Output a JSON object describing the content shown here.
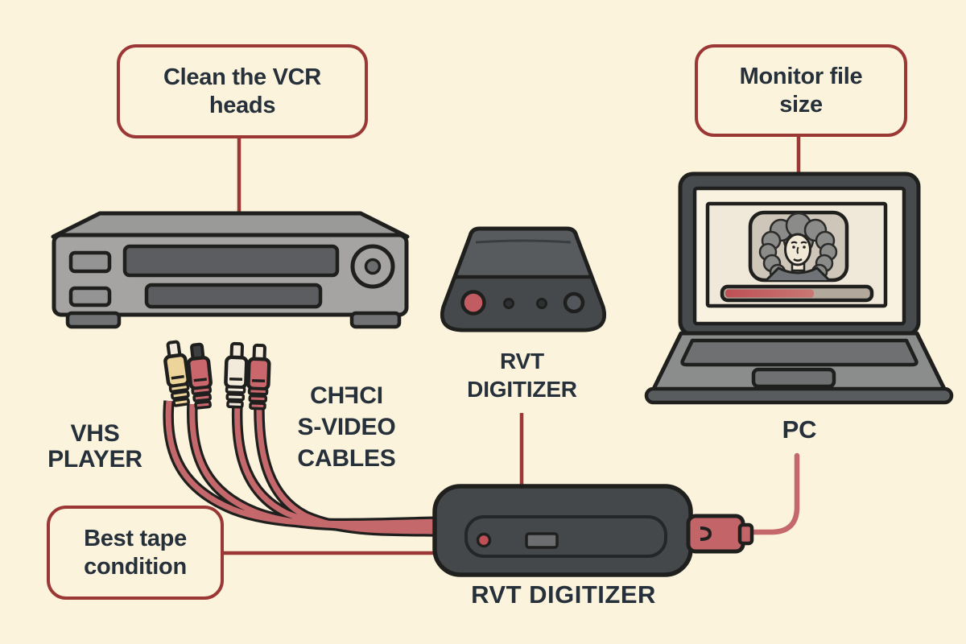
{
  "palette": {
    "background": "#FBF3DC",
    "accent_red": "#9B3734",
    "cable_red": "#C4686C",
    "connector_red": "#C9676D",
    "connector_yellow": "#EDD49B",
    "connector_cream": "#F2EADA",
    "text_dark": "#26303A",
    "device_dark_gray": "#45484B",
    "vcr_gray": "#A5A4A2",
    "outline": "#1F201E"
  },
  "callouts": {
    "clean_heads": {
      "line1": "Clean the VCR",
      "line2": "heads"
    },
    "monitor_file_size": {
      "line1": "Monitor file",
      "line2": "size"
    },
    "best_tape": {
      "line1": "Best tape",
      "line2": "condition"
    }
  },
  "labels": {
    "vhs_player": {
      "line1": "VHS",
      "line2": "PLAYER"
    },
    "cables": {
      "line1_pre": "CH",
      "line1_glyph": "F",
      "line1_post": "CI",
      "line2": "S-VIDEO",
      "line3": "CABLES"
    },
    "digitizer_small": {
      "line1": "RVT",
      "line2": "DIGITIZER"
    },
    "digitizer_large": "RVT DIGITIZER",
    "pc": "PC"
  },
  "laptop": {
    "video_progress_percent": 62
  },
  "icons": {
    "video_thumbnail": "woman-portrait-icon",
    "usb_plug": "usb-plug-icon"
  }
}
